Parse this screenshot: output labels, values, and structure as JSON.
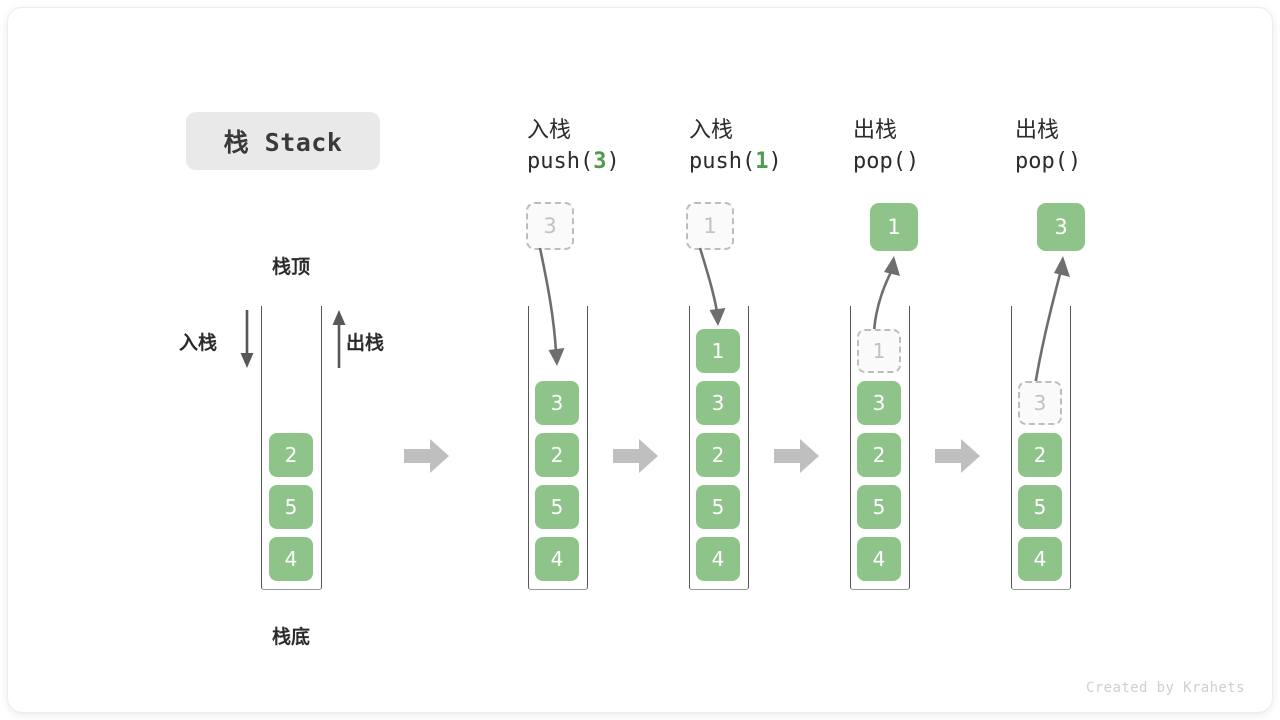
{
  "title": {
    "text": "栈 Stack"
  },
  "labels": {
    "top": "栈顶",
    "bottom": "栈底",
    "push_side": "入栈",
    "pop_side": "出栈"
  },
  "watermark": "Created by Krahets",
  "colors": {
    "cell_green": "#8ec489",
    "accent_green": "#4e9a4e",
    "ghost_border": "#bdbdbd",
    "ghost_text": "#c2c2c2",
    "badge_bg": "#e9e9e9",
    "arrow_gray": "#bfbfbf",
    "stroke_gray": "#585858",
    "text": "#2b2b2b",
    "watermark": "#cfcfcf"
  },
  "stages": [
    {
      "id": "initial",
      "head_cn": "",
      "head_code": "",
      "head_code_arg": "",
      "cells": [
        "2",
        "5",
        "4"
      ],
      "float": null,
      "ghost_in_stack": null
    },
    {
      "id": "push-3",
      "head_cn": "入栈",
      "head_code_prefix": "push(",
      "head_code_arg": "3",
      "head_code_suffix": ")",
      "cells": [
        "3",
        "2",
        "5",
        "4"
      ],
      "float": {
        "value": "3",
        "ghost": true
      },
      "ghost_in_stack": null
    },
    {
      "id": "push-1",
      "head_cn": "入栈",
      "head_code_prefix": "push(",
      "head_code_arg": "1",
      "head_code_suffix": ")",
      "cells": [
        "1",
        "3",
        "2",
        "5",
        "4"
      ],
      "float": {
        "value": "1",
        "ghost": true
      },
      "ghost_in_stack": null
    },
    {
      "id": "pop-1",
      "head_cn": "出栈",
      "head_code_prefix": "pop(",
      "head_code_arg": "",
      "head_code_suffix": ")",
      "cells": [
        "3",
        "2",
        "5",
        "4"
      ],
      "float": {
        "value": "1",
        "ghost": false
      },
      "ghost_in_stack": {
        "value": "1",
        "slot": 0
      }
    },
    {
      "id": "pop-3",
      "head_cn": "出栈",
      "head_code_prefix": "pop(",
      "head_code_arg": "",
      "head_code_suffix": ")",
      "cells": [
        "2",
        "5",
        "4"
      ],
      "float": {
        "value": "3",
        "ghost": false
      },
      "ghost_in_stack": {
        "value": "3",
        "slot": 0
      }
    }
  ]
}
